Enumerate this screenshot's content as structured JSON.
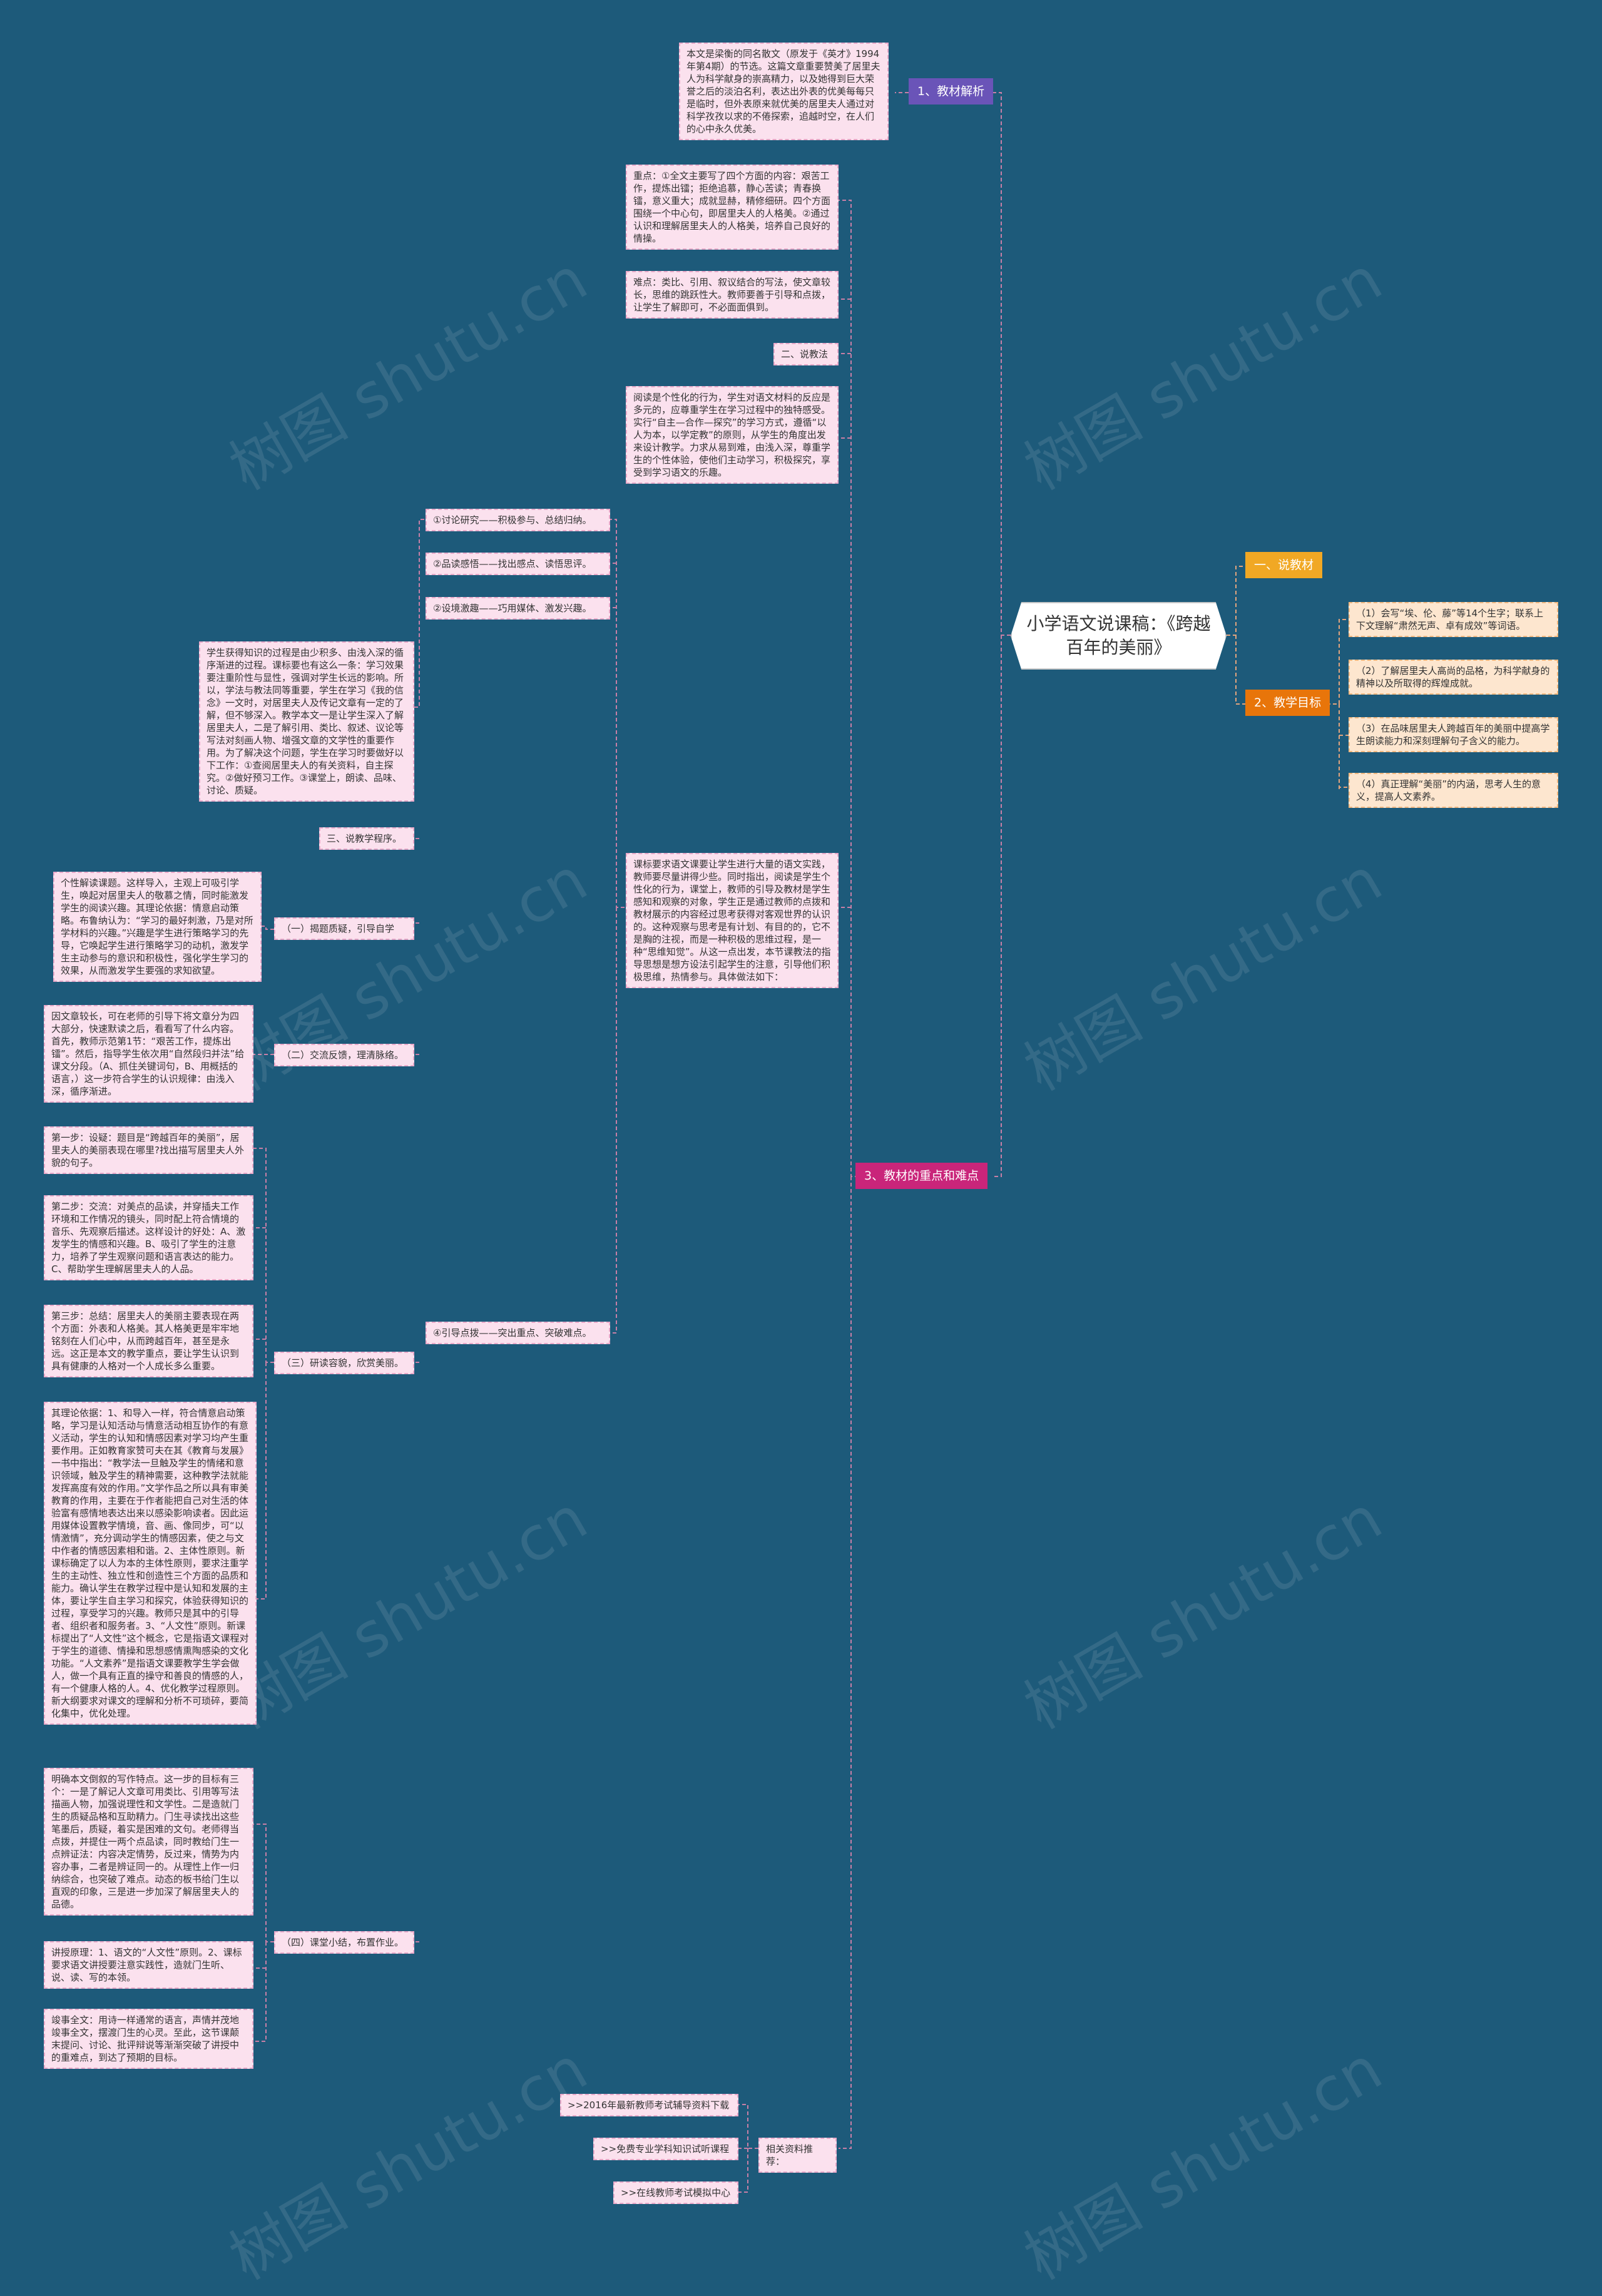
{
  "root": "小学语文说课稿：《跨越百年的美丽》",
  "watermark": "树图 shutu.cn",
  "colors": {
    "background": "#1d5a7a",
    "purple": "#6a54b8",
    "orange": "#e8750a",
    "gold": "#f1a824",
    "magenta": "#c9257a"
  },
  "right": {
    "b1": "一、说教材",
    "b2": "2、教学目标",
    "g1": "（1）会写“埃、伦、藤”等14个生字；联系上下文理解“肃然无声、卓有成效”等词语。",
    "g2": "（2）了解居里夫人高尚的品格，为科学献身的精神以及所取得的辉煌成就。",
    "g3": "（3）在品味居里夫人跨越百年的美丽中提高学生朗读能力和深刻理解句子含义的能力。",
    "g4": "（4）真正理解“美丽”的内涵，思考人生的意义，提高人文素养。"
  },
  "left": {
    "jcjx": "1、教材解析",
    "jcjx_text": "本文是梁衡的同名散文（原发于《英才》1994年第4期）的节选。这篇文章重要赞美了居里夫人为科学献身的崇高精力，以及她得到巨大荣誉之后的淡泊名利，表达出外表的优美每每只是临时，但外表原来就优美的居里夫人通过对科学孜孜以求的不倦探索，追越时空，在人们的心中永久优美。",
    "zdnd": "3、教材的重点和难点",
    "zd": "重点：①全文主要写了四个方面的内容：艰苦工作，提炼出镭；拒绝追慕，静心苦读；青春换镭，意义重大；成就显赫，精修细研。四个方面围绕一个中心句，即居里夫人的人格美。②通过认识和理解居里夫人的人格美，培养自己良好的情操。",
    "nd": "难点：类比、引用、叙议结合的写法，使文章较长，思维的跳跃性大。教师要善于引导和点拨，让学生了解即可，不必面面俱到。",
    "sf": "二、说教法",
    "sf_text": "阅读是个性化的行为，学生对语文材料的反应是多元的，应尊重学生在学习过程中的独特感受。实行“自主—合作—探究”的学习方式，遵循“以人为本，以学定教”的原则，从学生的角度出发来设计教学。力求从易到难，由浅入深，尊重学生的个性体验，使他们主动学习，积极探究，享受到学习语文的乐趣。",
    "kb_text": "课标要求语文课要让学生进行大量的语文实践，教师要尽量讲得少些。同时指出，阅读是学生个性化的行为，课堂上，教师的引导及教材是学生感知和观察的对象，学生正是通过教师的点拨和教材展示的内容经过思考获得对客观世界的认识的。这种观察与思考是有计划、有目的的，它不是胸的注视，而是一种积极的思维过程，是一种“思维知觉”。从这一点出发，本节课教法的指导思想是想方设法引起学生的注意，引导他们积极思维，热情参与。具体做法如下：",
    "m1": "①讨论研究——积极参与、总结归纳。",
    "m2": "②品读感悟——找出感点、读悟思评。",
    "m3": "②设境激趣——巧用媒体、激发兴趣。",
    "m4": "④引导点拨——突出重点、突破难点。",
    "xf_text": "学生获得知识的过程是由少积多、由浅入深的循序渐进的过程。课标要也有这么一条：学习效果要注重阶性与显性，强调对学生长远的影响。所以，学法与教法同等重要，学生在学习《我的信念》一文时，对居里夫人及传记文章有一定的了解，但不够深入。教学本文一是让学生深入了解居里夫人，二是了解引用、类比、叙述、议论等写法对刻画人物、增强文章的文学性的重要作用。为了解决这个问题，学生在学习时要做好以下工作：①查阅居里夫人的有关资料，自主探究。②做好预习工作。③课堂上，朗读、品味、讨论、质疑。",
    "cx": "三、说教学程序。",
    "p1": "（一）揭题质疑，引导自学",
    "p1_text": "个性解读课题。这样导入，主观上可吸引学生，唤起对居里夫人的敬慕之情，同时能激发学生的阅读兴趣。其理论依据：情意启动策略。布鲁纳认为：“学习的最好刺激，乃是对所学材料的兴趣。”兴趣是学生进行策略学习的先导，它唤起学生进行策略学习的动机，激发学生主动参与的意识和积极性，强化学生学习的效果，从而激发学生要强的求知欲望。",
    "p2": "（二）交流反馈，理清脉络。",
    "p2_text": "因文章较长，可在老师的引导下将文章分为四大部分，快速默读之后，看看写了什么内容。首先，教师示范第1节：“艰苦工作，提炼出镭”。然后，指导学生依次用“自然段归并法”给课文分段。（A、抓住关键词句，B、用概括的语言，）这一步符合学生的认识规律：由浅入深，循序渐进。",
    "p3": "（三）研读容貌，欣赏美丽。",
    "s1": "第一步：设疑：题目是“跨越百年的美丽”，居里夫人的美丽表现在哪里?找出描写居里夫人外貌的句子。",
    "s2": "第二步：交流：对美点的品读，并穿插夫工作环境和工作情况的镜头，同时配上符合情境的音乐、先观察后描述。这样设计的好处：A、激发学生的情感和兴趣。B、吸引了学生的注意力，培养了学生观察问题和语言表达的能力。C、帮助学生理解居里夫人的人品。",
    "s3": "第三步：总结：居里夫人的美丽主要表现在两个方面：外表和人格美。其人格美更是牢牢地铭刻在人们心中，从而跨越百年，甚至是永远。这正是本文的教学重点，要让学生认识到具有健康的人格对一个人成长多么重要。",
    "theory": "其理论依据：1、和导入一样，符合情意启动策略，学习是认知活动与情意活动相互协作的有意义活动，学生的认知和情感因素对学习均产生重要作用。正如教育家赞可夫在其《教育与发展》一书中指出：“教学法一旦触及学生的情绪和意识领域，触及学生的精神需要，这种教学法就能发挥高度有效的作用。”文学作品之所以具有审美教育的作用，主要在于作者能把自己对生活的体验富有感情地表达出来以感染影响读者。因此运用媒体设置教学情境，音、画、像同步，可“以情激情”，充分调动学生的情感因素，使之与文中作者的情感因素相和谐。2、主体性原则。新课标确定了以人为本的主体性原则，要求注重学生的主动性、独立性和创造性三个方面的品质和能力。确认学生在教学过程中是认知和发展的主体，要让学生自主学习和探究，体验获得知识的过程，享受学习的兴趣。教师只是其中的引导者、组织者和服务者。3、“人文性”原则。新课标提出了“人文性”这个概念，它是指语文课程对于学生的道德、情操和思想感情熏陶感染的文化功能。“人文素养”是指语文课要教学生学会做人，做一个具有正直的操守和善良的情感的人，有一个健康人格的人。4、优化教学过程原则。新大纲要求对课文的理解和分析不可琐碎，要简化集中，优化处理。",
    "p4": "（四）课堂小结，布置作业。",
    "q1": "明确本文倒叙的写作特点。这一步的目标有三个：一是了解记人文章可用类比、引用等写法描画人物，加强说理性和文学性。二是造就门生的质疑品格和互助精力。门生寻读找出这些笔墨后，质疑，着实是困难的文句。老师得当点拨，并提住一两个点品读，同时教给门生一点辨证法：内容决定情势，反过来，情势为内容办事，二者是辨证同一的。从理性上作一归纳综合，也突破了难点。动态的板书给门生以直观的印象，三是进一步加深了解居里夫人的品德。",
    "q2": "讲授原理：1、语文的“人文性”原则。2、课标要求语文讲授要注意实践性，造就门生听、说、读、写的本领。",
    "q3": "竣事全文：用诗一样通常的语言，声情并茂地竣事全文，摆渡门生的心灵。至此，这节课颠末提问、讨论、批评辩说等渐渐突破了讲授中的重难点，到达了预期的目标。",
    "rel": "相关资料推荐：",
    "r1": ">>2016年最新教师考试辅导资料下载",
    "r2": ">>免费专业学科知识试听课程",
    "r3": ">>在线教师考试模拟中心"
  }
}
